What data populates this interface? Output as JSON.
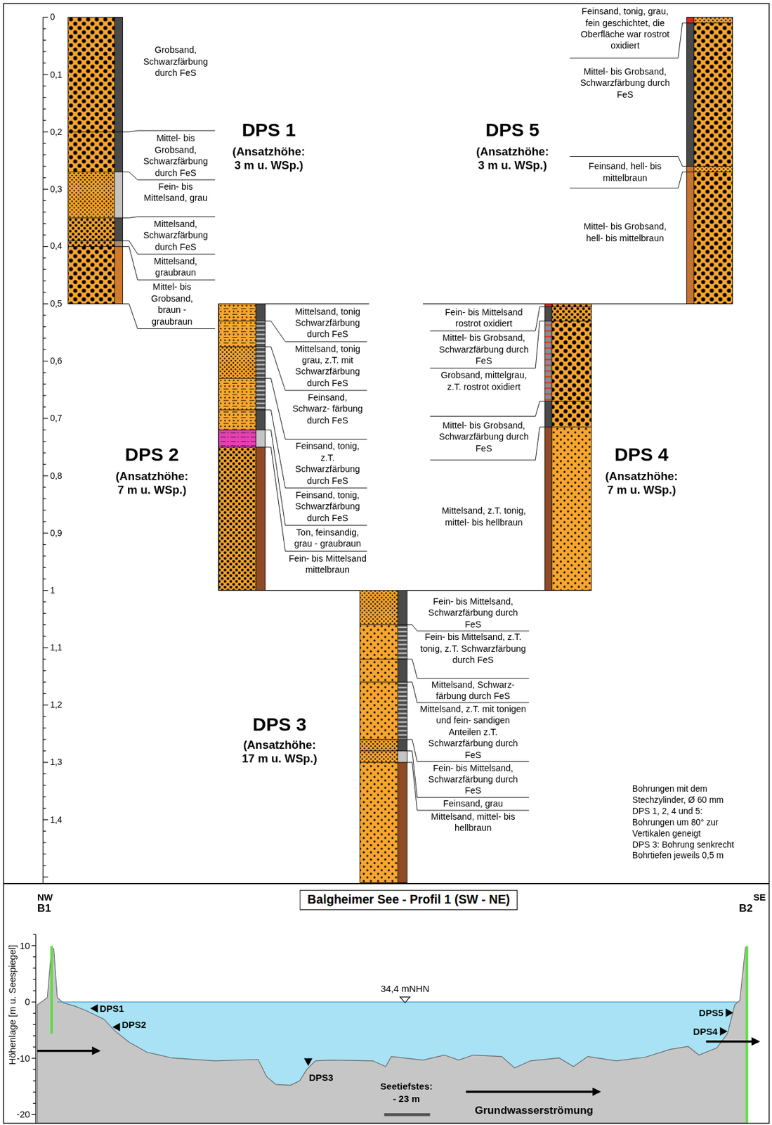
{
  "diagram": {
    "nodes": [
      {
        "text": [
          "Balgheimer See - Profil 1 (SW - NE)"
        ]
      }
    ],
    "labels": [
      "0",
      "0,1",
      "0,2",
      "0,3",
      "0,4",
      "0,5",
      "0,6",
      "0,7",
      "0,8",
      "0,9",
      "1",
      "1,1",
      "1,2",
      "1,3",
      "1,4",
      "Grobsand, Schwarzfärbung durch FeS",
      "Mittel- bis Grobsand, Schwarzfärbung durch FeS",
      "Fein- bis Mittelsand, grau",
      "Mittelsand, Schwarzfärbung durch FeS",
      "Mittelsand, graubraun",
      "Mittel- bis Grobsand, braun - graubraun",
      "DPS 1",
      "(Ansatzhöhe:",
      "3 m u. WSp.)",
      "Feinsand, tonig, grau, fein geschichtet, die Oberfläche war rostrot oxidiert",
      "Mittel- bis Grobsand, Schwarzfärbung durch FeS",
      "Feinsand, hell- bis mittelbraun",
      "Mittel- bis Grobsand, hell- bis mittelbraun",
      "DPS 5",
      "(Ansatzhöhe:",
      "3 m u. WSp.)",
      "Mittelsand, tonig Schwarzfärbung durch FeS",
      "Mittelsand, tonig grau, z.T. mit Schwarzfärbung durch FeS",
      "Feinsand, Schwarz- färbung durch FeS",
      "Feinsand, tonig, z.T. Schwarzfärbung durch FeS",
      "Feinsand, tonig, Schwarzfärbung durch FeS",
      "Ton, feinsandig, grau - graubraun",
      "Fein- bis Mittelsand mittelbraun",
      "DPS 2",
      "(Ansatzhöhe:",
      "7 m u. WSp.)",
      "Fein- bis Mittelsand rostrot oxidiert",
      "Mittel- bis Grobsand, Schwarzfärbung durch FeS",
      "Grobsand, mittelgrau, z.T. rostrot oxidiert",
      "Mittel- bis Grobsand, Schwarzfärbung durch FeS",
      "Mittelsand, z.T. tonig, mittel- bis hellbraun",
      "DPS 4",
      "(Ansatzhöhe:",
      "7 m u. WSp.)",
      "Fein- bis Mittelsand, Schwarzfärbung durch FeS",
      "Fein- bis Mittelsand, z.T. tonig, z.T. Schwarzfärbung durch FeS",
      "Mittelsand, Schwarz- färbung durch FeS",
      "Mittelsand, z.T. mit tonigen und fein- sandigen Anteilen z.T. Schwarzfärbung durch FeS",
      "Fein- bis Mittelsand, Schwarzfärbung durch FeS",
      "Feinsand, grau",
      "Mittelsand, mittel- bis hellbraun",
      "DPS 3",
      "(Ansatzhöhe:",
      "17 m u. WSp.)",
      "Bohrungen mit dem Stechzylinder, Ø 60 mm",
      "DPS 1, 2, 4 und 5: Bohrungen um 80° zur Vertikalen geneigt",
      "DPS 3: Bohrung senkrecht",
      "Bohrtiefen jeweils 0,5 m",
      "NW",
      "B1",
      "B2",
      "SE",
      "10",
      "0",
      "-10",
      "-20",
      "Höhenlage [m u. Seespiegel]",
      "34,4 mNHN",
      "DPS1",
      "DPS2",
      "DPS5",
      "DPS4",
      "DPS3",
      "Seetiefstes:",
      "- 23 m",
      "Grundwasserströmung"
    ]
  }
}
